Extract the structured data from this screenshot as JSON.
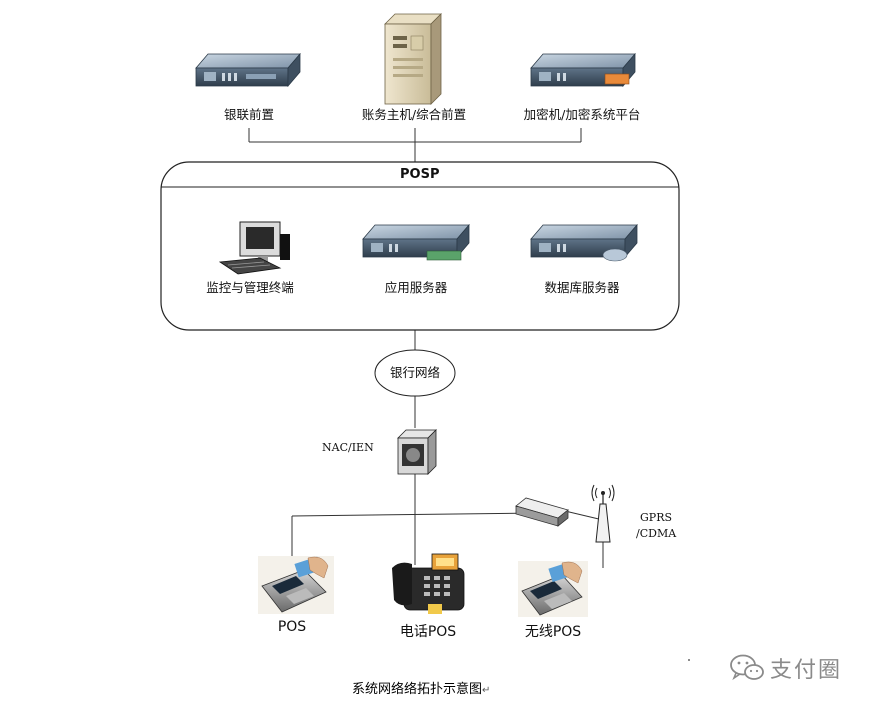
{
  "nodes": {
    "unionpay_front": "银联前置",
    "accounting_host": "账务主机/综合前置",
    "encryption_platform": "加密机/加密系统平台",
    "posp": "POSP",
    "monitor_terminal": "监控与管理终端",
    "app_server": "应用服务器",
    "db_server": "数据库服务器",
    "bank_network": "银行网络",
    "nac": "NAC/IEN",
    "gprs_line1": "GPRS",
    "gprs_line2": "/CDMA",
    "pos": "POS",
    "phone_pos": "电话POS",
    "wireless_pos": "无线POS"
  },
  "caption": "系统网络络拓扑示意图",
  "watermark": "支付圈"
}
